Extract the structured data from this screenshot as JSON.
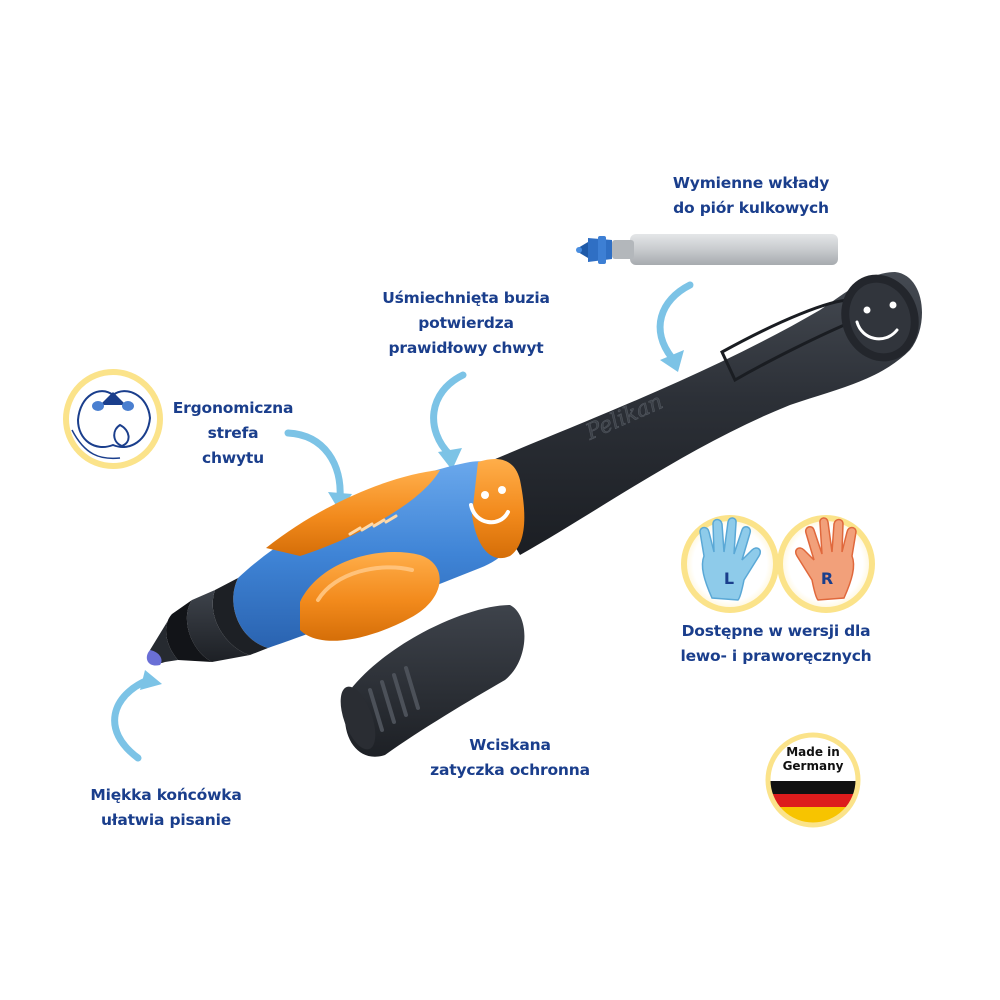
{
  "callouts": {
    "refills": {
      "lines": [
        "Wymienne wkłady",
        "do piór kulkowych"
      ]
    },
    "smiley": {
      "lines": [
        "Uśmiechnięta buzia",
        "potwierdza",
        "prawidłowy chwyt"
      ]
    },
    "grip": {
      "lines": [
        "Ergonomiczna",
        "strefa",
        "chwytu"
      ]
    },
    "hands": {
      "lines": [
        "Dostępne w wersji dla",
        "lewo- i praworęcznych"
      ]
    },
    "cap": {
      "lines": [
        "Wciskana",
        "zatyczka ochronna"
      ]
    },
    "tip": {
      "lines": [
        "Miękka końcówka",
        "ułatwia pisanie"
      ]
    }
  },
  "brand_logo_text": "Pelikan",
  "hand_badges": {
    "left_letter": "L",
    "right_letter": "R"
  },
  "made_in_badge": {
    "lines": [
      "Made in",
      "Germany"
    ]
  },
  "colors": {
    "text": "#1a3e8c",
    "arrow": "#7cc3e6",
    "pen_body": "#2b2f36",
    "grip_blue": "#3f84d6",
    "grip_orange": "#f28a1c",
    "badge_ring": "#fbe38a"
  },
  "icons": [
    "grip-diagram-icon",
    "left-hand-icon",
    "right-hand-icon",
    "made-in-germany-badge",
    "refill-image",
    "pen-image",
    "cap-image"
  ]
}
